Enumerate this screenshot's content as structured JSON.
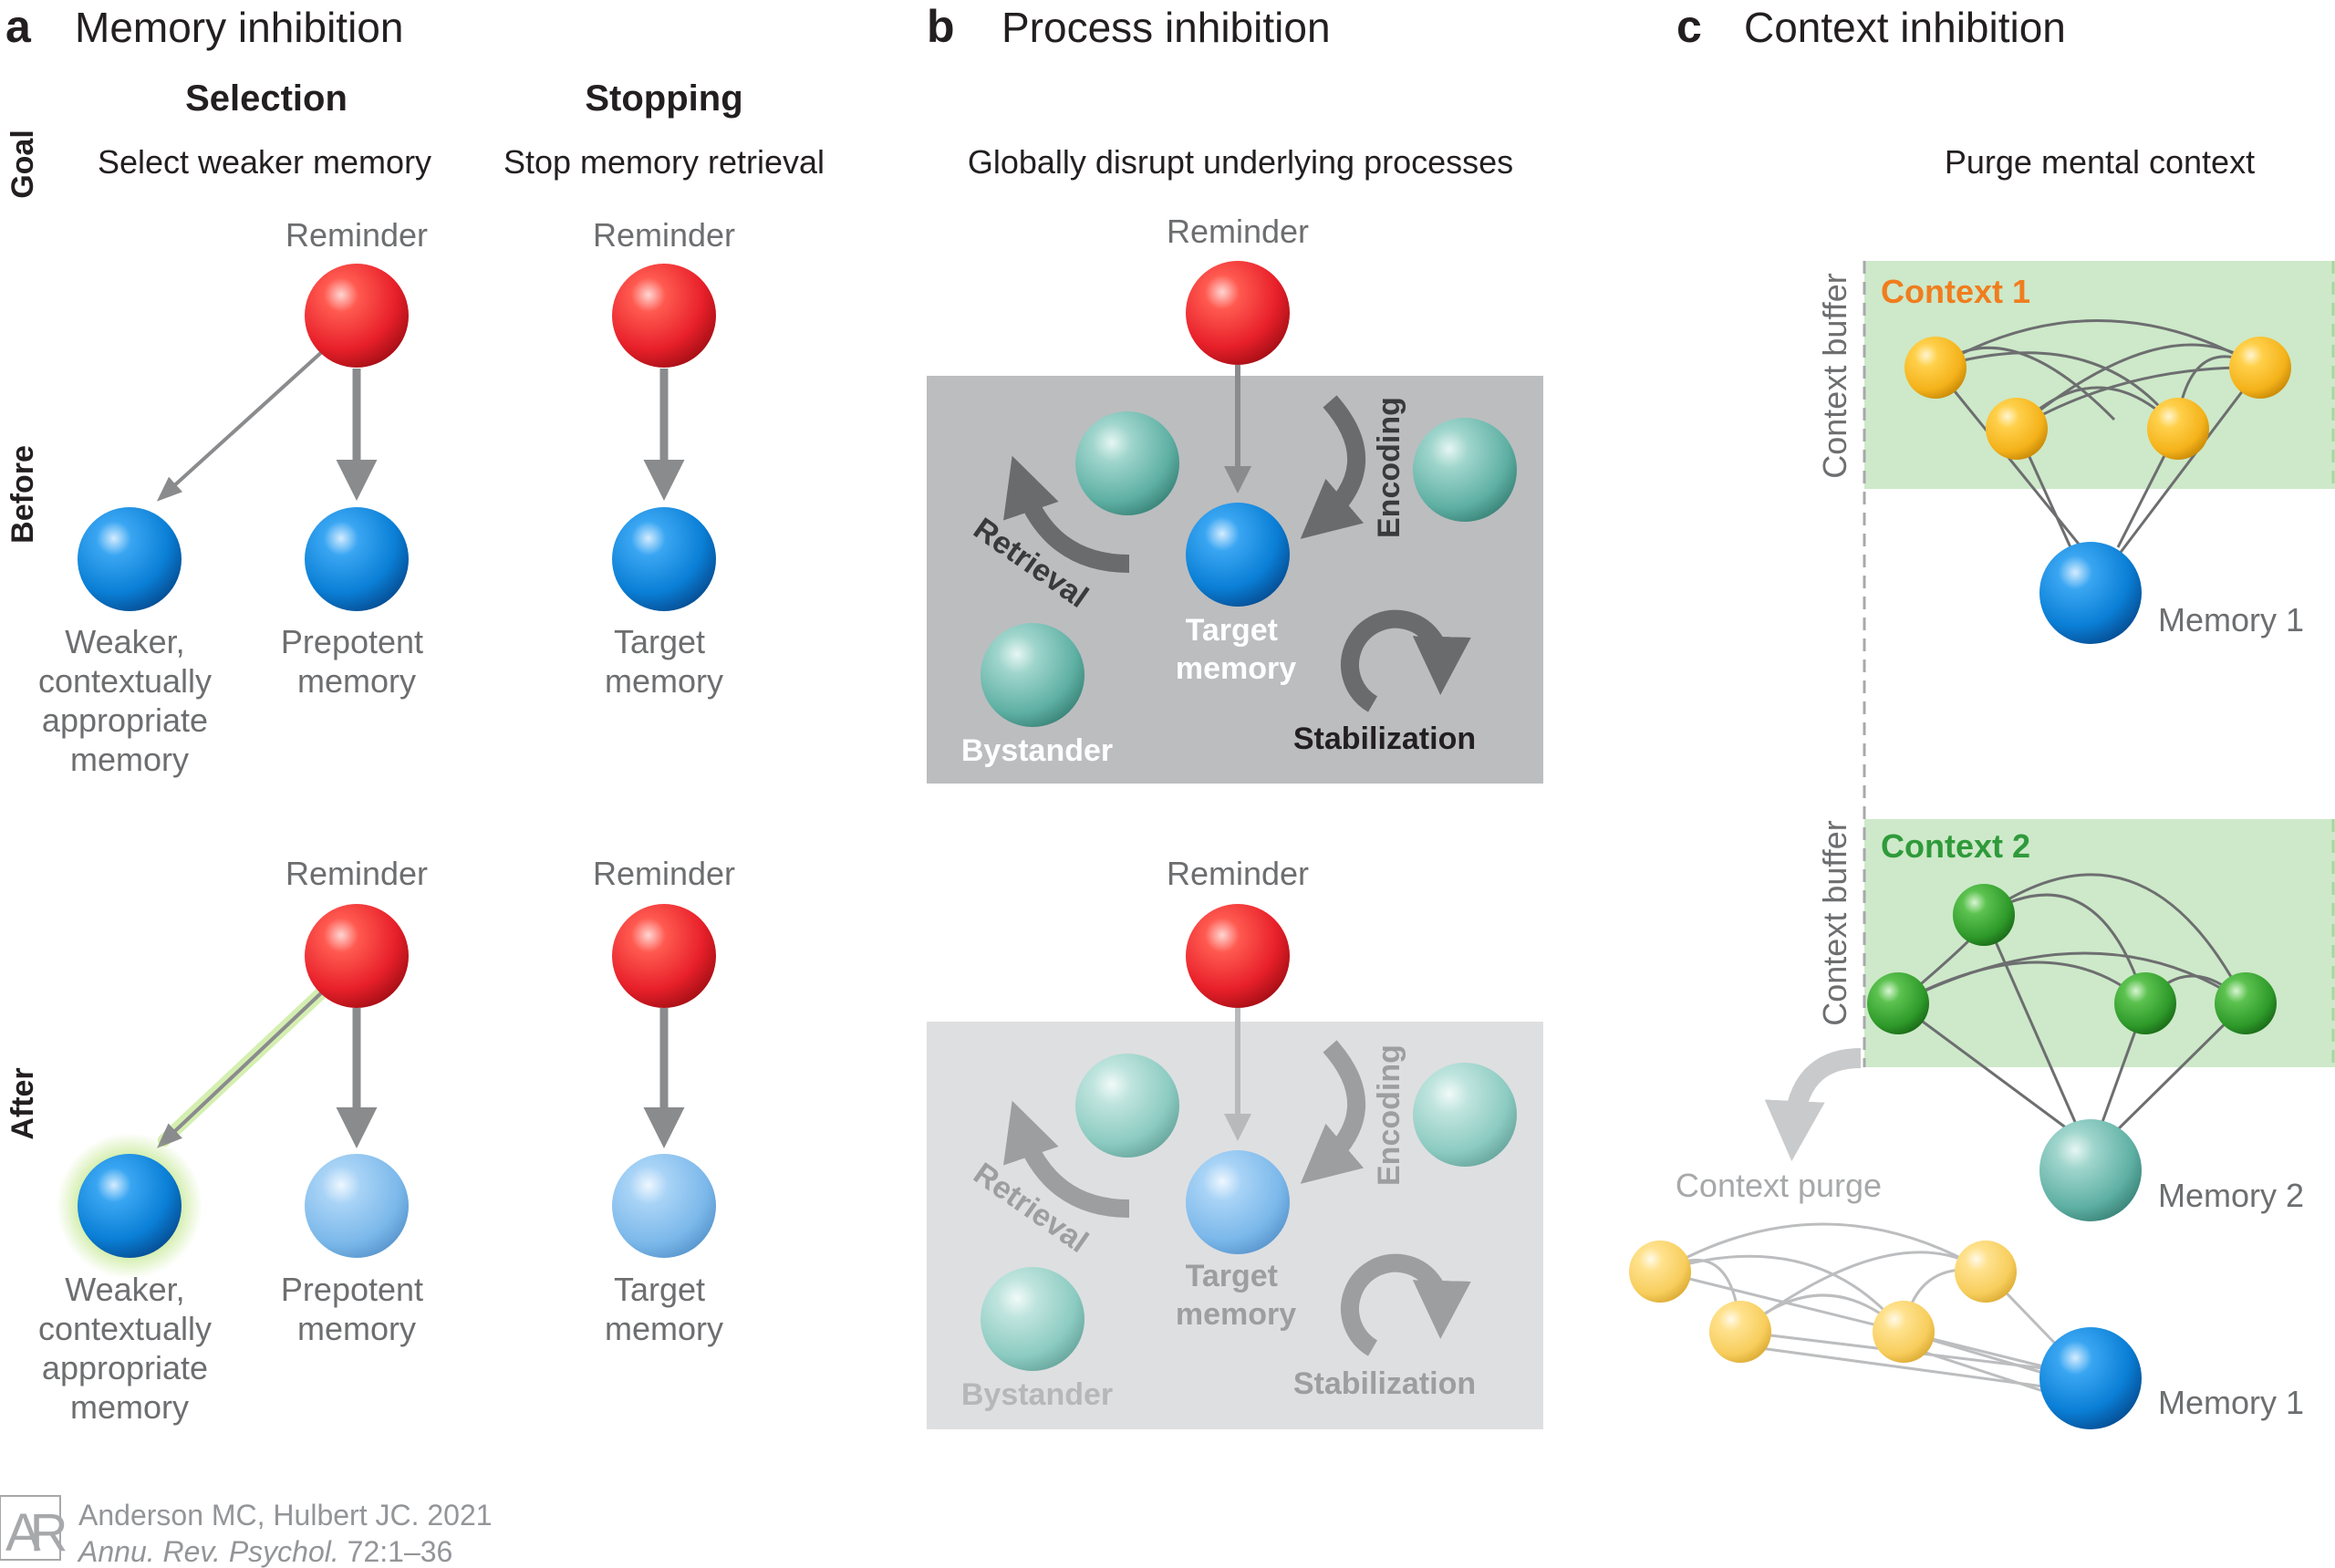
{
  "panels": {
    "a": {
      "letter": "a",
      "title": "Memory inhibition",
      "col_selection": "Selection",
      "col_stopping": "Stopping",
      "goal_selection": "Select weaker memory",
      "goal_stopping": "Stop memory retrieval"
    },
    "b": {
      "letter": "b",
      "title": "Process inhibition",
      "goal": "Globally disrupt underlying processes"
    },
    "c": {
      "letter": "c",
      "title": "Context inhibition",
      "goal": "Purge mental context"
    }
  },
  "row_labels": {
    "goal": "Goal",
    "before": "Before",
    "after": "After"
  },
  "node_labels": {
    "reminder": "Reminder",
    "weaker": [
      "Weaker,",
      "contextually",
      "appropriate",
      "memory"
    ],
    "prepotent": [
      "Prepotent",
      "memory"
    ],
    "target": [
      "Target",
      "memory"
    ],
    "bystander": "Bystander",
    "retrieval": "Retrieval",
    "encoding": "Encoding",
    "stabilization": "Stabilization",
    "context_buffer": "Context buffer",
    "context1": "Context 1",
    "context2": "Context 2",
    "context_purge": "Context purge",
    "memory1": "Memory 1",
    "memory2": "Memory 2"
  },
  "citation": {
    "logo": "AR",
    "line1": "Anderson MC, Hulbert JC. 2021",
    "journal": "Annu. Rev. Psychol.",
    "volume": " 72:1–36"
  },
  "colors": {
    "reminder_red": "#e8202a",
    "memory_blue": "#0a7fd6",
    "faded_blue": "#7bb8ea",
    "bystander_teal": "#5fb0a4",
    "context1_yellow": "#f4b21a",
    "context2_green": "#2e9a2a",
    "context_label_orange": "#f07d1e",
    "context_label_green": "#2f9a3a",
    "buffer_green": "#cde9c9",
    "box_dark": "#bcbdbf",
    "box_light": "#dedfe1"
  }
}
